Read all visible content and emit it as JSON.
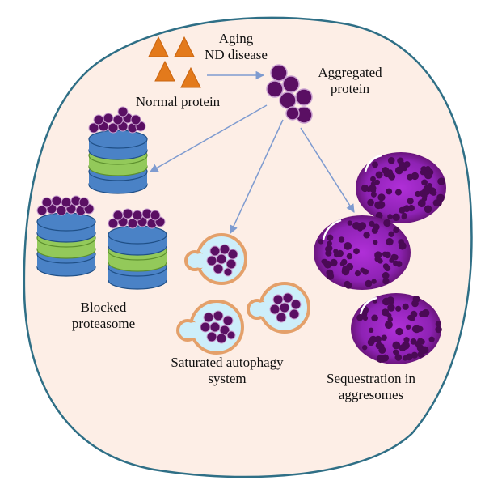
{
  "labels": {
    "stressors": [
      "Aging",
      "ND disease"
    ],
    "normal_protein": "Normal protein",
    "aggregated_protein": [
      "Aggregated",
      "protein"
    ],
    "blocked_proteasome": [
      "Blocked",
      "proteasome"
    ],
    "saturated_autophagy": [
      "Saturated autophagy",
      "system"
    ],
    "sequestration": [
      "Sequestration in",
      "aggresomes"
    ]
  },
  "colors": {
    "cell_fill": "#fdeee6",
    "cell_border": "#2f6f86",
    "normal_protein": "#e37a1c",
    "aggregate": "#5a0f63",
    "arrow": "#7e9bd0",
    "proteasome_blue": "#4a82c6",
    "proteasome_green": "#93c95a",
    "autophagy_membrane": "#e4a06a",
    "autophagy_fill": "#cdeefa",
    "aggresome": "#8e22b4"
  }
}
